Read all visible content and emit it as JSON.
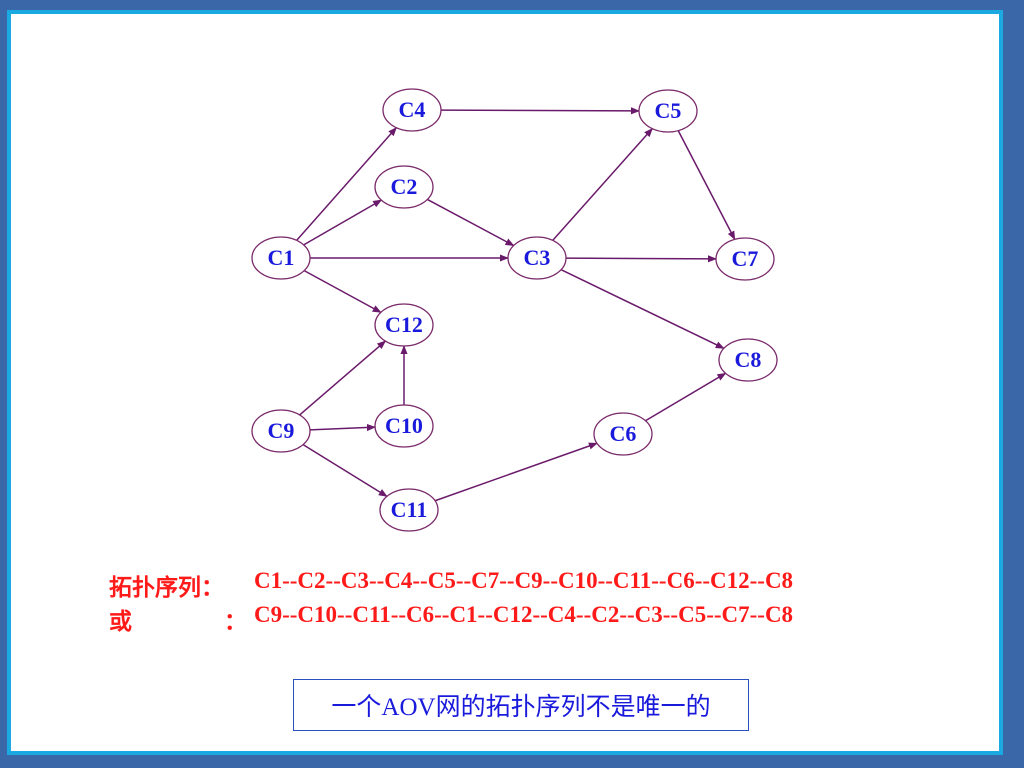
{
  "graph": {
    "nodes": [
      {
        "id": "C1",
        "label": "C1"
      },
      {
        "id": "C2",
        "label": "C2"
      },
      {
        "id": "C3",
        "label": "C3"
      },
      {
        "id": "C4",
        "label": "C4"
      },
      {
        "id": "C5",
        "label": "C5"
      },
      {
        "id": "C6",
        "label": "C6"
      },
      {
        "id": "C7",
        "label": "C7"
      },
      {
        "id": "C8",
        "label": "C8"
      },
      {
        "id": "C9",
        "label": "C9"
      },
      {
        "id": "C10",
        "label": "C10"
      },
      {
        "id": "C11",
        "label": "C11"
      },
      {
        "id": "C12",
        "label": "C12"
      }
    ],
    "edges": [
      {
        "from": "C1",
        "to": "C4"
      },
      {
        "from": "C1",
        "to": "C2"
      },
      {
        "from": "C1",
        "to": "C3"
      },
      {
        "from": "C1",
        "to": "C12"
      },
      {
        "from": "C4",
        "to": "C5"
      },
      {
        "from": "C2",
        "to": "C3"
      },
      {
        "from": "C3",
        "to": "C5"
      },
      {
        "from": "C3",
        "to": "C7"
      },
      {
        "from": "C3",
        "to": "C8"
      },
      {
        "from": "C5",
        "to": "C7"
      },
      {
        "from": "C9",
        "to": "C12"
      },
      {
        "from": "C9",
        "to": "C10"
      },
      {
        "from": "C9",
        "to": "C11"
      },
      {
        "from": "C10",
        "to": "C12"
      },
      {
        "from": "C11",
        "to": "C6"
      },
      {
        "from": "C6",
        "to": "C8"
      }
    ],
    "colors": {
      "node_border": "#7a2a6a",
      "edge": "#6a1a6a",
      "node_text": "#1a1adc"
    }
  },
  "sequences": {
    "first_label": "拓扑序列：",
    "first_value": "C1--C2--C3--C4--C5--C7--C9--C10--C11--C6--C12--C8",
    "second_label_or": "或",
    "second_label_colon": "：",
    "second_value": "C9--C10--C11--C6--C1--C12--C4--C2--C3--C5--C7--C8"
  },
  "note": "一个AOV网的拓扑序列不是唯一的"
}
